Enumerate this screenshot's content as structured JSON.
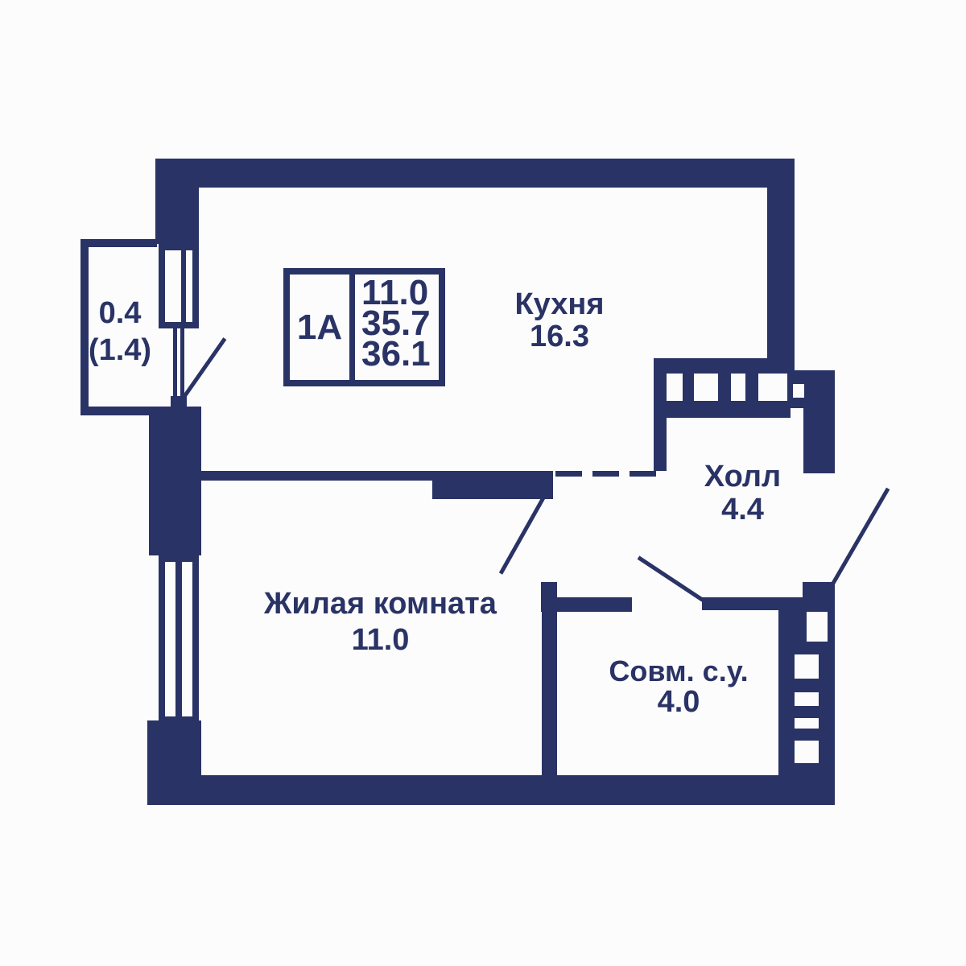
{
  "colors": {
    "wall": "#2a3365",
    "background": "#fcfcfd"
  },
  "info_box": {
    "unit": "1A",
    "values": [
      "11.0",
      "35.7",
      "36.1"
    ]
  },
  "rooms": {
    "kitchen": {
      "name": "Кухня",
      "area": "16.3"
    },
    "living_room": {
      "name": "Жилая комната",
      "area": "11.0"
    },
    "hall": {
      "name": "Холл",
      "area": "4.4"
    },
    "bathroom": {
      "name": "Совм. с.у.",
      "area": "4.0"
    },
    "balcony": {
      "area": "0.4",
      "area_with_coefficient": "(1.4)"
    }
  }
}
